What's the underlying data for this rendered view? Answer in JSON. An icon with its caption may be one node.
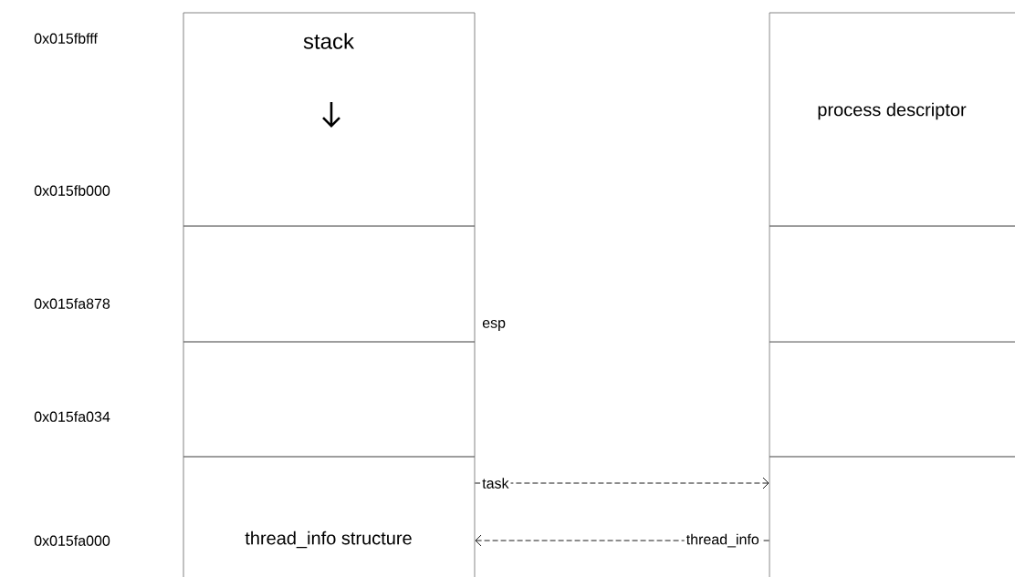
{
  "diagram": {
    "nodes": [
      {
        "text": [
          "stack"
        ]
      },
      {
        "text": [],
        "shape": "box"
      },
      {
        "text": [],
        "shape": "box"
      },
      {
        "text": [
          "thread_info structure"
        ]
      },
      {
        "text": [
          "process descriptor"
        ]
      },
      {
        "text": [],
        "shape": "box"
      },
      {
        "text": [],
        "shape": "box"
      },
      {
        "text": [],
        "shape": "box"
      }
    ],
    "edges": [
      {
        "from": 3,
        "to": 7,
        "arrow": "to",
        "label": "task",
        "style": "dashed"
      },
      {
        "from": 7,
        "to": 3,
        "arrow": "to",
        "label": "thread_info",
        "style": "dashed"
      }
    ],
    "labels": [
      "0x015fbfff",
      "0x015fb000",
      "0x015fa878",
      "esp",
      "0x015fa034",
      "0x015fa000"
    ]
  }
}
